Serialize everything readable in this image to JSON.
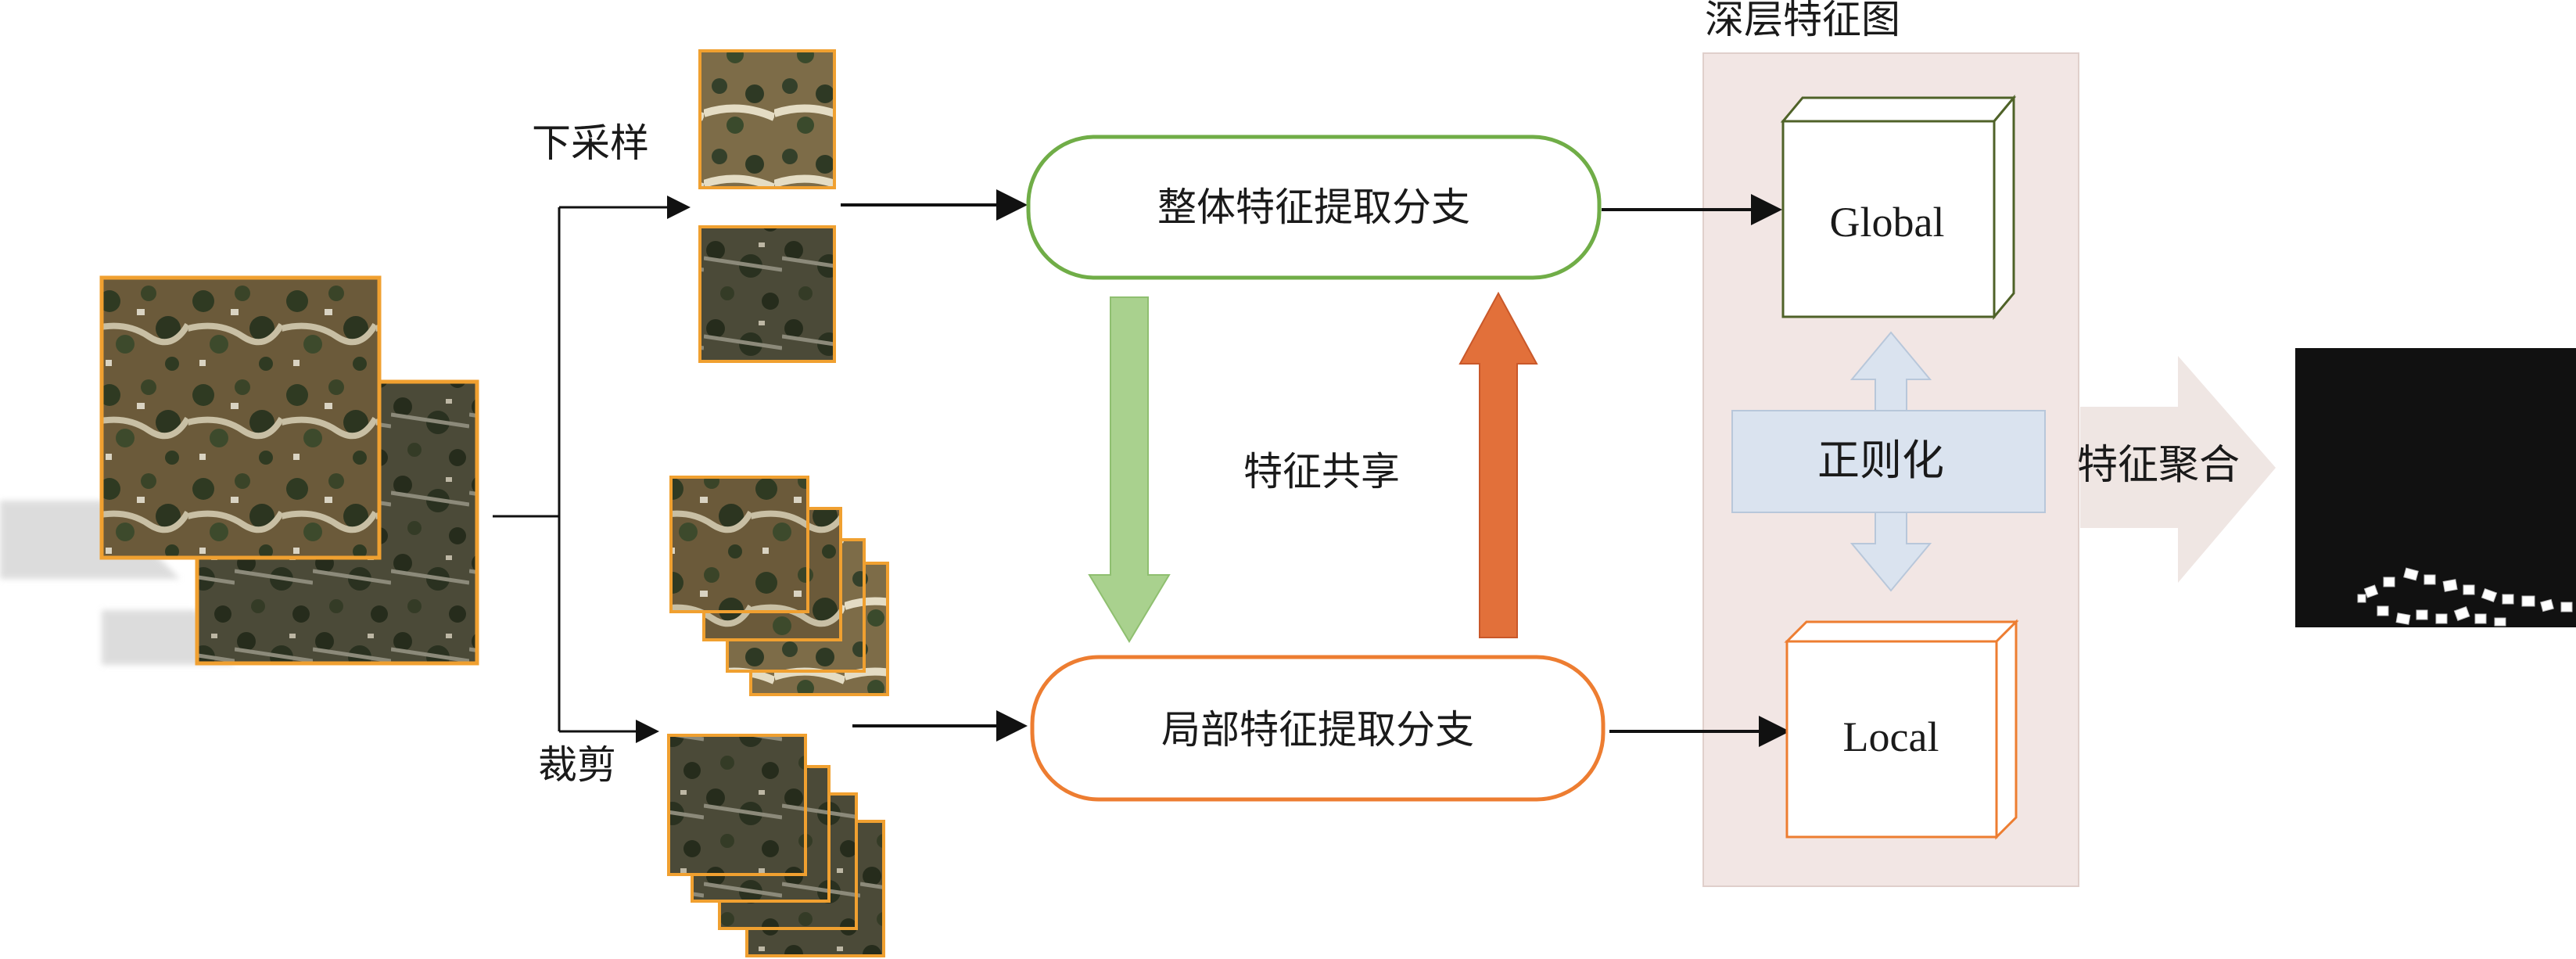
{
  "labels": {
    "downsample": "下采样",
    "crop": "裁剪",
    "global_branch": "整体特征提取分支",
    "local_branch": "局部特征提取分支",
    "feature_sharing": "特征共享",
    "deep_feature_map": "深层特征图",
    "global": "Global",
    "local": "Local",
    "regularization": "正则化",
    "feature_aggregation": "特征聚合"
  },
  "colors": {
    "tile_border": "#f0a030",
    "global_branch": "#70ad47",
    "local_branch": "#ed7d31",
    "green_arrow": "#a9d18e",
    "orange_arrow": "#e2703a",
    "feature_panel": "#f2e6e4",
    "regularization_box": "#dae3ef",
    "cube_global": "#4f6228",
    "cube_local": "#ed7d31"
  },
  "icons": {
    "aerial_image": "satellite-image",
    "output_mask": "segmentation-mask"
  }
}
